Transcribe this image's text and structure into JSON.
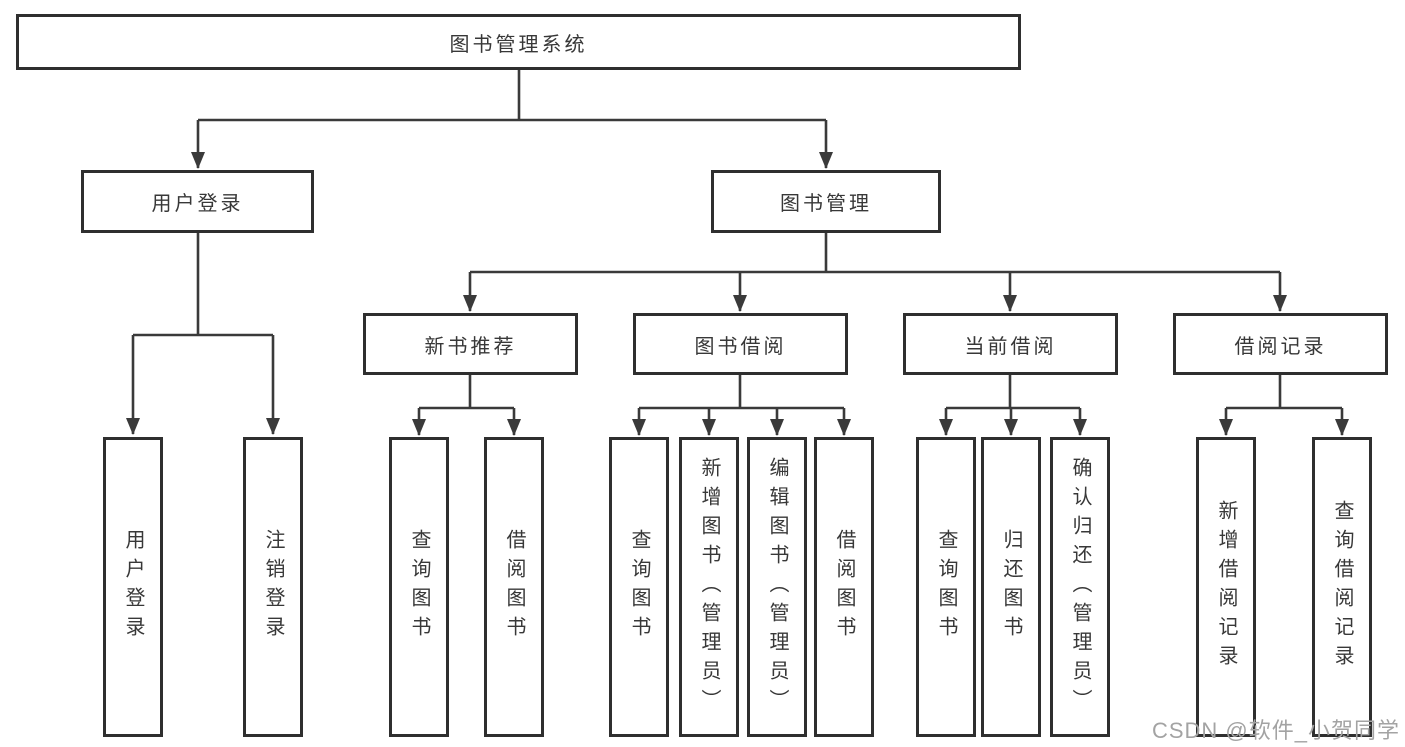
{
  "tree": {
    "root": "图书管理系统",
    "level2": [
      "用户登录",
      "图书管理"
    ],
    "level3": [
      "新书推荐",
      "图书借阅",
      "当前借阅",
      "借阅记录"
    ],
    "leaves": [
      [
        "用户登录",
        "注销登录"
      ],
      [
        "查询图书",
        "借阅图书"
      ],
      [
        "查询图书",
        "新增图书（管理员）",
        "编辑图书（管理员）",
        "借阅图书"
      ],
      [
        "查询图书",
        "归还图书",
        "确认归还（管理员）"
      ],
      [
        "新增借阅记录",
        "查询借阅记录"
      ]
    ]
  },
  "watermark": {
    "text": "CSDN @软件_小贺同学"
  },
  "colors": {
    "line": "#3a3a3a",
    "border": "#2f2f2f",
    "text": "#383838",
    "bg": "#ffffff",
    "watermark": "#a3a3a3"
  }
}
